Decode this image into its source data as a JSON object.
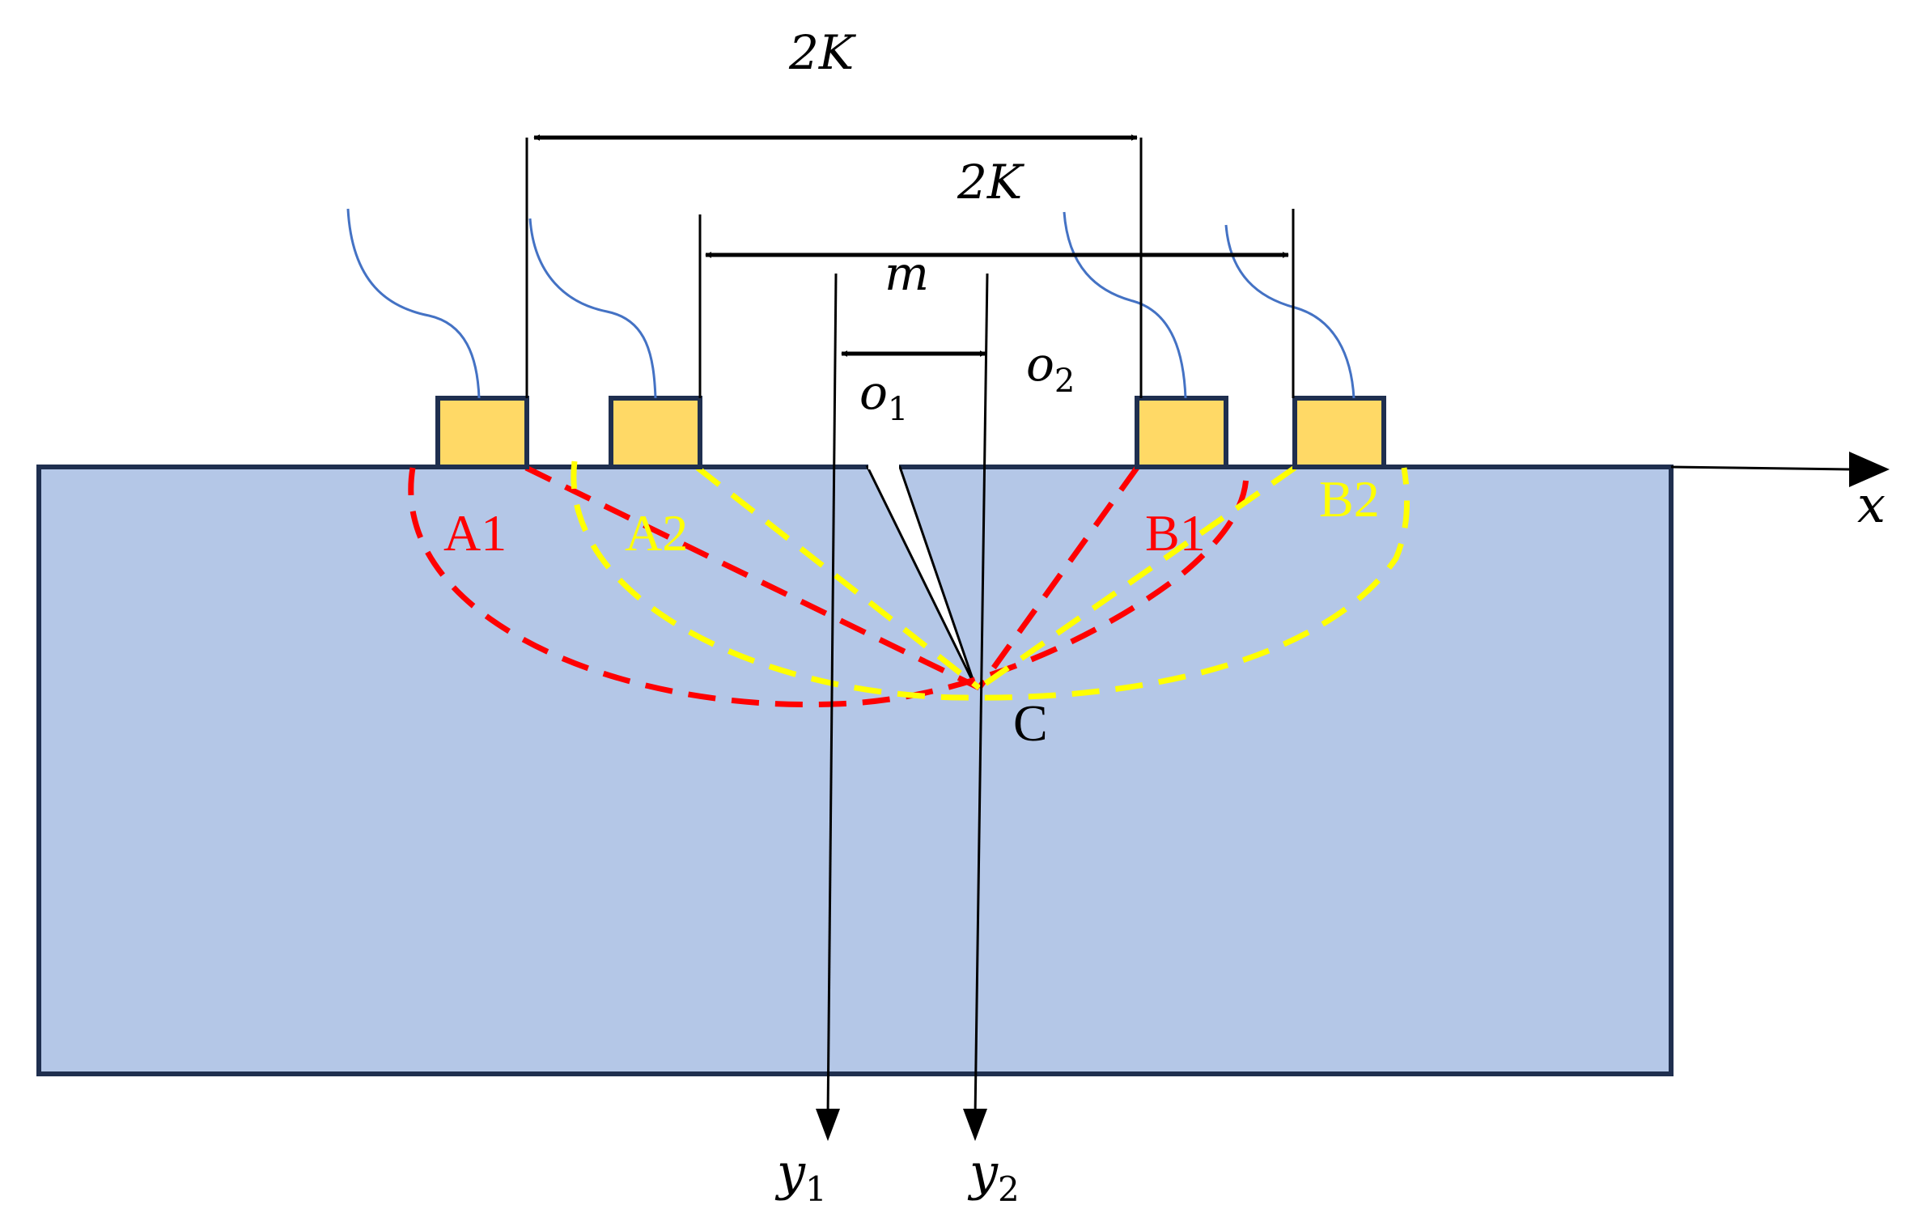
{
  "colors": {
    "block_fill": "#b4c7e7",
    "block_stroke": "#1f2f4f",
    "probe_fill": "#ffd966",
    "probe_stroke": "#1f2f4f",
    "cable": "#4472c4",
    "path_red": "#ff0000",
    "path_yellow": "#ffff00",
    "line": "#000000"
  },
  "labels": {
    "dim_outer": "2K",
    "dim_inner": "2K",
    "dim_m": "m",
    "origin1_base": "o",
    "origin1_sub": "1",
    "origin2_base": "o",
    "origin2_sub": "2",
    "probe_a1": "A1",
    "probe_a2": "A2",
    "probe_b1": "B1",
    "probe_b2": "B2",
    "crack_tip": "C",
    "axis_x": "x",
    "axis_y1_base": "y",
    "axis_y1_sub": "1",
    "axis_y2_base": "y",
    "axis_y2_sub": "2"
  }
}
